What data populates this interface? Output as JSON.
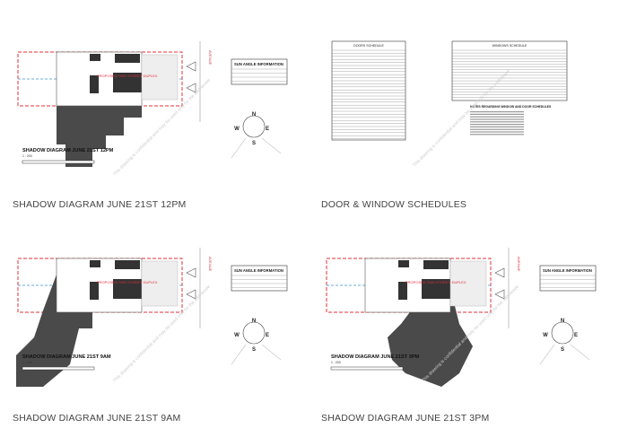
{
  "panels": [
    {
      "id": "shadow-12pm",
      "type": "shadow",
      "shadow": "noon",
      "caption": "SHADOW DIAGRAM JUNE 21ST 12PM",
      "sheet_title": "SHADOW DIAGRAM JUNE 21ST 12PM"
    },
    {
      "id": "schedules",
      "type": "schedules",
      "caption": "DOOR & WINDOW SCHEDULES"
    },
    {
      "id": "shadow-9am",
      "type": "shadow",
      "shadow": "am",
      "caption": "SHADOW DIAGRAM JUNE 21ST 9AM",
      "sheet_title": "SHADOW DIAGRAM JUNE 21ST 9AM"
    },
    {
      "id": "shadow-3pm",
      "type": "shadow",
      "shadow": "pm",
      "caption": "SHADOW DIAGRAM JUNE 21ST 3PM",
      "sheet_title": "SHADOW DIAGRAM JUNE 21ST 3PM"
    }
  ],
  "drawing": {
    "building_label": "PROPOSED TWO STOREY DUPLEX",
    "sun_angle_title": "SUN ANGLE INFORMATION",
    "scale_text": "1 : 200",
    "street": "AVENUE",
    "compass": {
      "n": "N",
      "s": "S",
      "e": "E",
      "w": "W"
    },
    "watermark": "This drawing is confidential and may be used only for the addressee",
    "doors_title": "DOORS SCHEDULE",
    "windows_title": "WINDOWS SCHEDULE",
    "notes_title": "NOTES REGARDING WINDOW AND DOOR SCHEDULES"
  },
  "colors": {
    "shadow": "#4a4a4a",
    "boundary": "#e0303a",
    "axis": "#6aaee0",
    "caption": "#444444"
  }
}
